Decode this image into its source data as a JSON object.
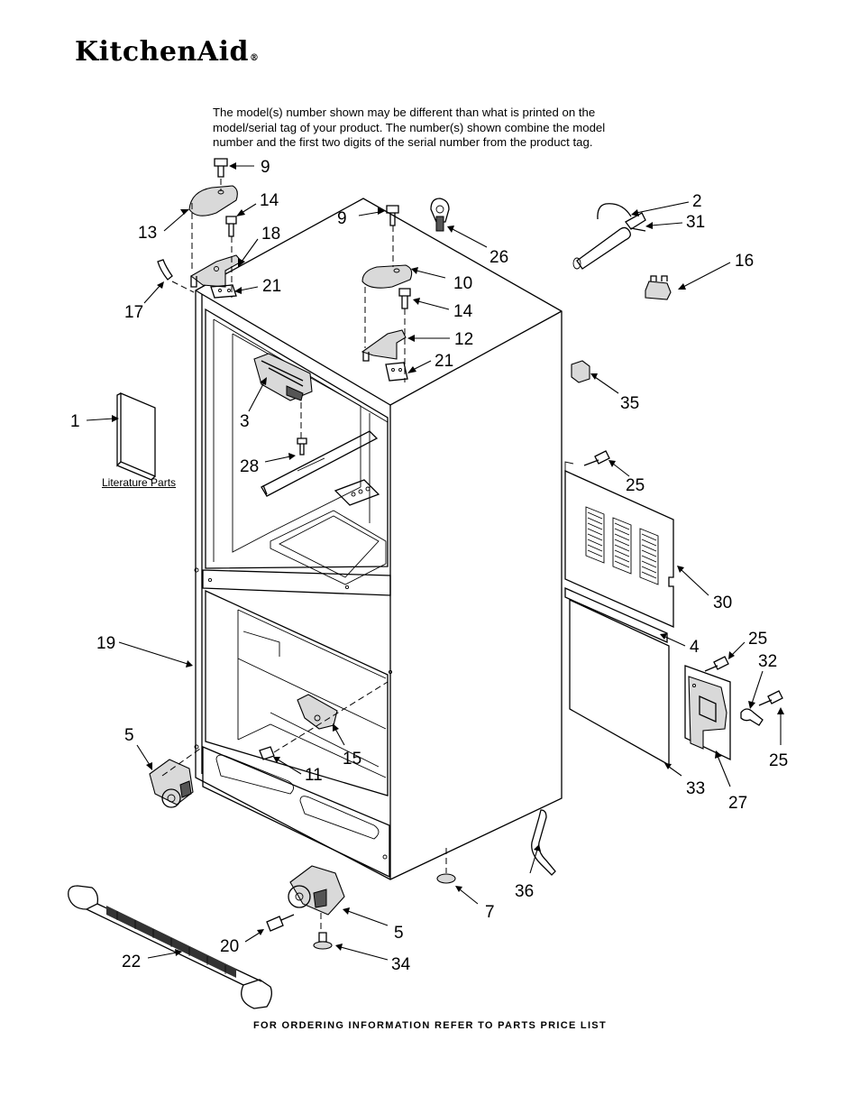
{
  "logo": {
    "text": "KitchenAid",
    "mark": "®"
  },
  "note": {
    "line1": "The model(s) number shown may be different than what is printed on the",
    "line2": "model/serial tag of your product. The number(s) shown combine the model",
    "line3": "number and the first two digits of the serial number from the product tag."
  },
  "literature_label": "Literature Parts",
  "footer": "FOR ORDERING INFORMATION REFER TO PARTS PRICE LIST",
  "callouts": [
    "9",
    "14",
    "13",
    "18",
    "17",
    "21",
    "9",
    "10",
    "14",
    "12",
    "21",
    "26",
    "2",
    "31",
    "16",
    "35",
    "1",
    "3",
    "28",
    "25",
    "30",
    "4",
    "25",
    "32",
    "25",
    "27",
    "33",
    "19",
    "5",
    "15",
    "11",
    "36",
    "7",
    "5",
    "20",
    "22",
    "34"
  ]
}
